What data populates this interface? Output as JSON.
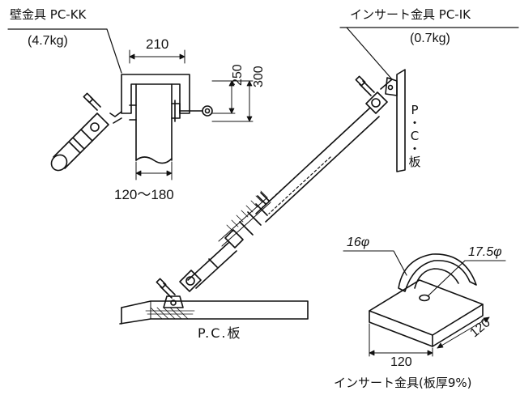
{
  "wall_bracket": {
    "name": "壁金具 PC-KK",
    "weight": "(4.7kg)"
  },
  "insert_bracket": {
    "name": "インサート金具 PC-IK",
    "weight": "(0.7kg)"
  },
  "dims": {
    "width_top": "210",
    "height_small": "250",
    "height_large": "300",
    "range": "120～180",
    "plate_w": "120",
    "plate_d": "120",
    "dia_wire": "16φ",
    "dia_hole": "17.5φ"
  },
  "pc_panel_vertical": [
    "P",
    "・",
    "C",
    "・",
    "板"
  ],
  "pc_panel_floor": "P.C.板",
  "insert_caption": "インサート金具(板厚9%)"
}
